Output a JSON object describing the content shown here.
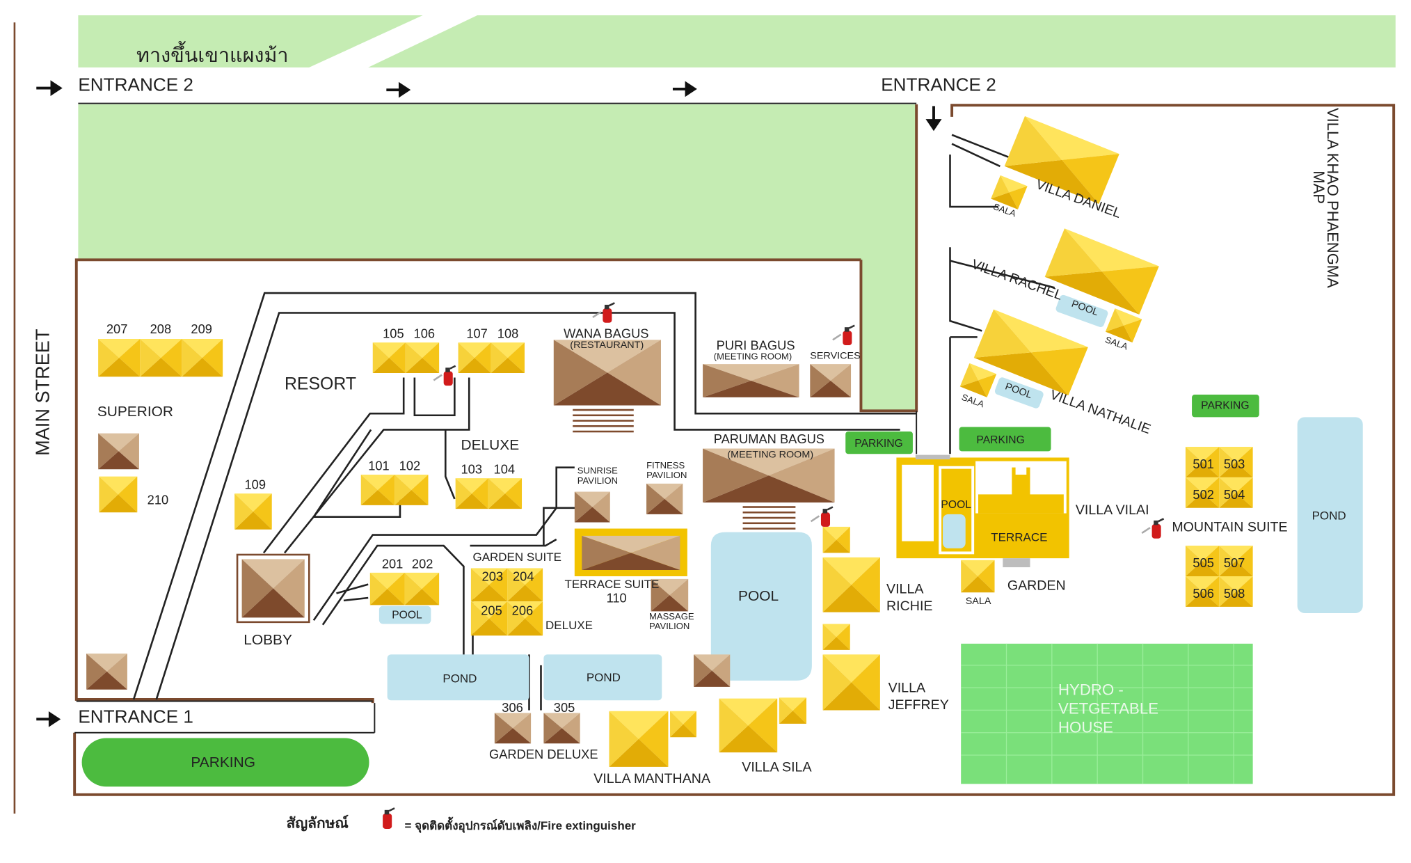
{
  "colors": {
    "green_light": "#c5ecb3",
    "green_parking": "#4cbb3f",
    "green_hydro": "#7ae07a",
    "water": "#bfe3ee",
    "boundary": "#7b4a2e",
    "yellow": "#f5c518",
    "yellow_light": "#ffe05a",
    "tan": "#c9a57f",
    "tan_dark": "#7e4a2c",
    "pool_deck": "#f2c300"
  },
  "road_label_thai": "ทางขึ้นเขาแผงม้า",
  "main_street": "MAIN STREET",
  "map_title": "MAP",
  "map_subtitle": "VILLA KHAO PHAENGMA",
  "entrance2_left": "ENTRANCE 2",
  "entrance2_right": "ENTRANCE 2",
  "entrance1": "ENTRANCE 1",
  "resort": "RESORT",
  "superior": "SUPERIOR",
  "deluxe": "DELUXE",
  "deluxe2": "DELUXE",
  "lobby": "LOBBY",
  "wana_bagus": "WANA BAGUS",
  "restaurant": "(RESTAURANT)",
  "puri_bagus": "PURI BAGUS",
  "puri_meeting": "(MEETING ROOM)",
  "services": "SERVICES",
  "paruman_bagus": "PARUMAN BAGUS",
  "paruman_meeting": "(MEETING ROOM)",
  "sunrise_pavilion": [
    "SUNRISE",
    "PAVILION"
  ],
  "fitness_pavilion": [
    "FITNESS",
    "PAVILION"
  ],
  "massage_pavilion": [
    "MASSAGE",
    "PAVILION"
  ],
  "garden_suite": "GARDEN SUITE",
  "terrace_suite": "TERRACE SUITE",
  "terrace_suite_no": "110",
  "garden_deluxe": "GARDEN DELUXE",
  "pool_center": "POOL",
  "pool_small_201": "POOL",
  "pond_left": "POND",
  "pond_mid": "POND",
  "pond_right": "POND",
  "pool_vilai": "POOL",
  "terrace": "TERRACE",
  "garden": "GARDEN",
  "sala_vilai": "SALA",
  "villa_vilai": "VILLA VILAI",
  "villa_daniel": "VILLA DANIEL",
  "villa_rachel": "VILLA RACHEL",
  "villa_nathalie": "VILLA NATHALIE",
  "pool_rachel": "POOL",
  "pool_nathalie": "POOL",
  "sala_daniel": "SALA",
  "sala_rachel": "SALA",
  "sala_nathalie": "SALA",
  "villa_richie": [
    "VILLA",
    "RICHIE"
  ],
  "villa_jeffrey": [
    "VILLA",
    "JEFFREY"
  ],
  "villa_manthana": "VILLA MANTHANA",
  "villa_sila": "VILLA SILA",
  "mountain_suite": "MOUNTAIN SUITE",
  "hydro": [
    "HYDRO -",
    "VETGETABLE",
    "HOUSE"
  ],
  "parking_bottom": "PARKING",
  "parking_1": "PARKING",
  "parking_2": "PARKING",
  "parking_3": "PARKING",
  "rooms": {
    "r207": "207",
    "r208": "208",
    "r209": "209",
    "r210": "210",
    "r105": "105",
    "r106": "106",
    "r107": "107",
    "r108": "108",
    "r101": "101",
    "r102": "102",
    "r103": "103",
    "r104": "104",
    "r109": "109",
    "r201": "201",
    "r202": "202",
    "r203": "203",
    "r204": "204",
    "r205": "205",
    "r206": "206",
    "r305": "305",
    "r306": "306",
    "r501": "501",
    "r502": "502",
    "r503": "503",
    "r504": "504",
    "r505": "505",
    "r506": "506",
    "r507": "507",
    "r508": "508"
  },
  "legend_label": "สัญลักษณ์",
  "legend_text": "= จุดติดตั้งอุปกรณ์ดับเพลิง/Fire extinguisher"
}
